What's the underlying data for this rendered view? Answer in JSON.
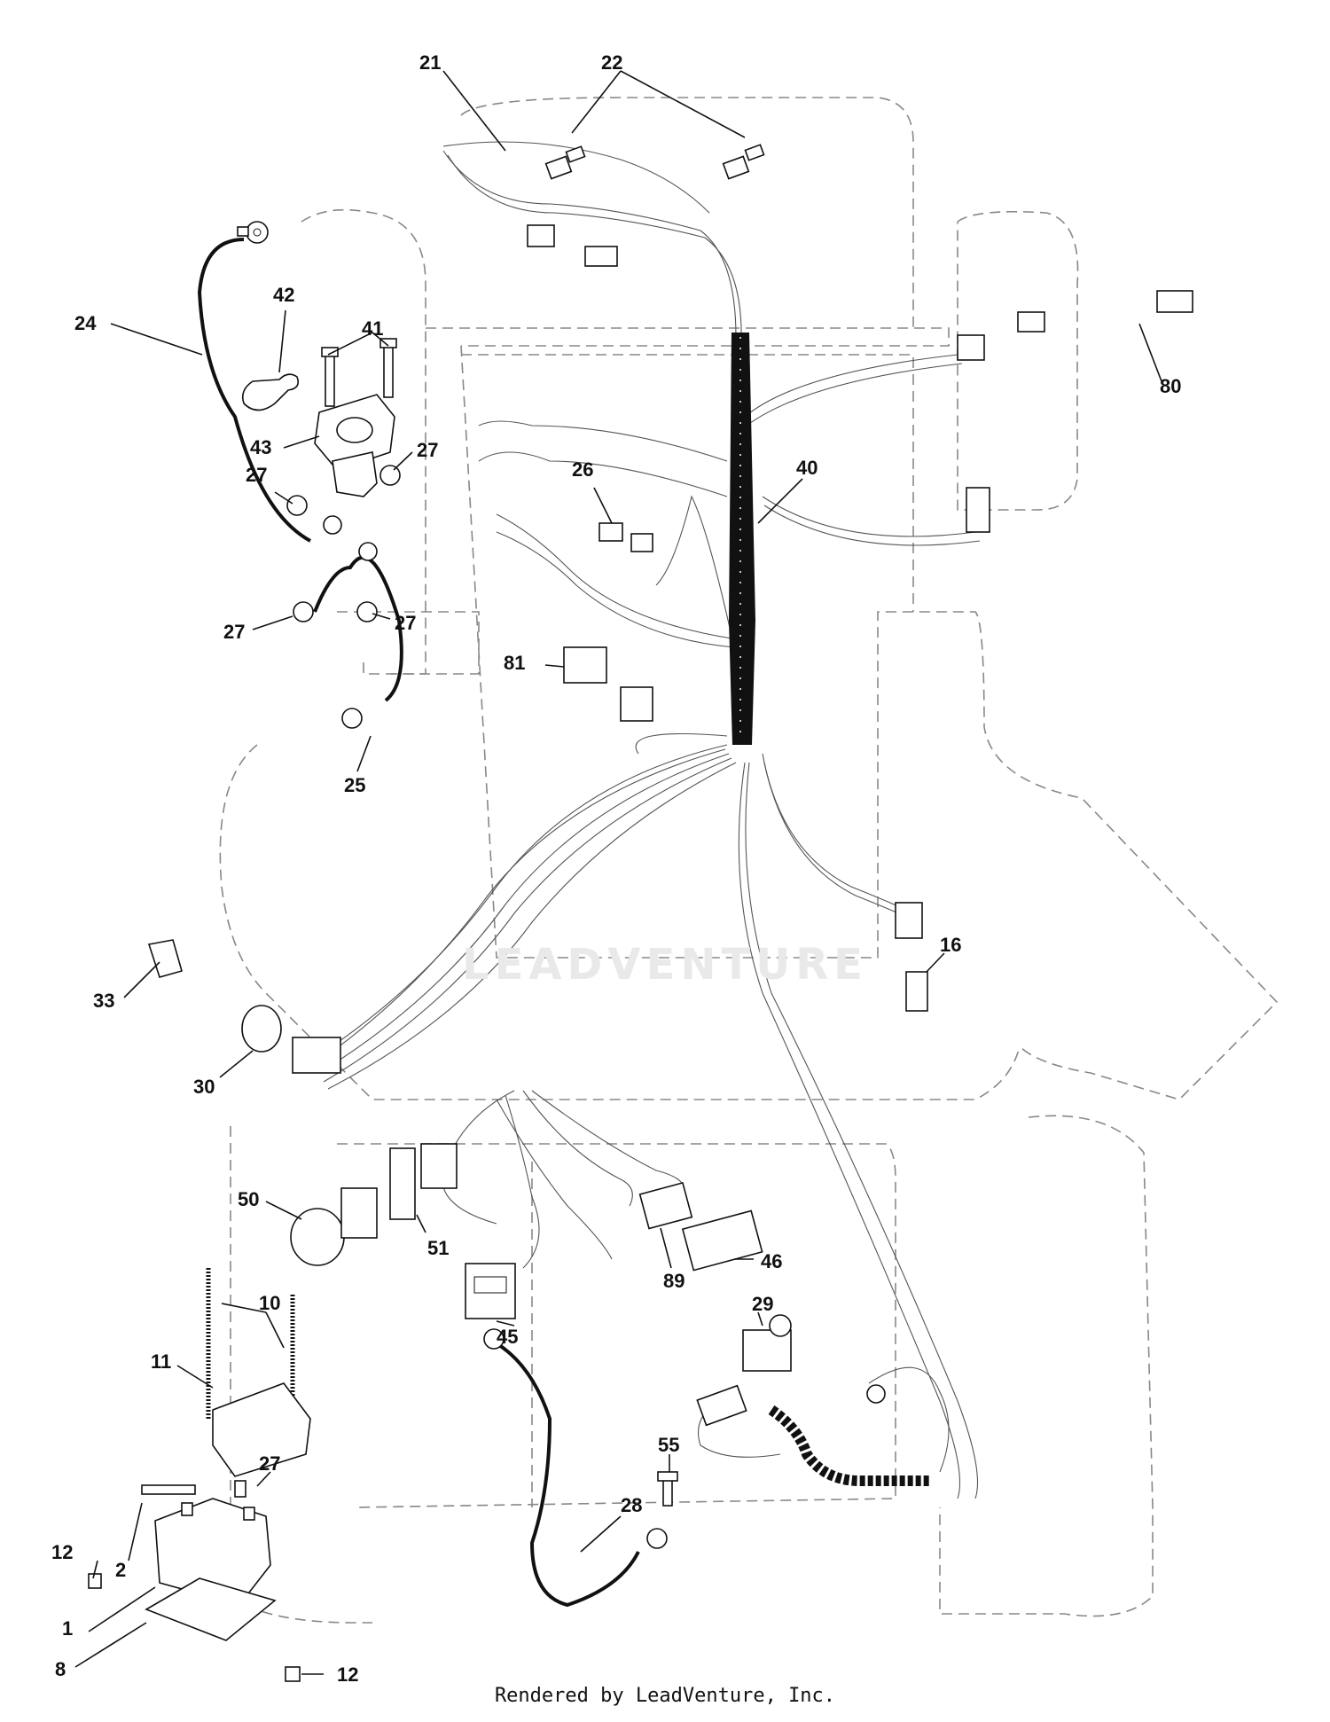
{
  "callouts": [
    {
      "id": "c21",
      "label": "21"
    },
    {
      "id": "c22",
      "label": "22"
    },
    {
      "id": "c24",
      "label": "24"
    },
    {
      "id": "c42",
      "label": "42"
    },
    {
      "id": "c41",
      "label": "41"
    },
    {
      "id": "c43",
      "label": "43"
    },
    {
      "id": "c27a",
      "label": "27"
    },
    {
      "id": "c27b",
      "label": "27"
    },
    {
      "id": "c27c",
      "label": "27"
    },
    {
      "id": "c27d",
      "label": "27"
    },
    {
      "id": "c25",
      "label": "25"
    },
    {
      "id": "c26",
      "label": "26"
    },
    {
      "id": "c40",
      "label": "40"
    },
    {
      "id": "c80",
      "label": "80"
    },
    {
      "id": "c81",
      "label": "81"
    },
    {
      "id": "c16",
      "label": "16"
    },
    {
      "id": "c33",
      "label": "33"
    },
    {
      "id": "c30",
      "label": "30"
    },
    {
      "id": "c50",
      "label": "50"
    },
    {
      "id": "c51",
      "label": "51"
    },
    {
      "id": "c89",
      "label": "89"
    },
    {
      "id": "c46",
      "label": "46"
    },
    {
      "id": "c45",
      "label": "45"
    },
    {
      "id": "c29",
      "label": "29"
    },
    {
      "id": "c10",
      "label": "10"
    },
    {
      "id": "c11",
      "label": "11"
    },
    {
      "id": "c27e",
      "label": "27"
    },
    {
      "id": "c55",
      "label": "55"
    },
    {
      "id": "c28",
      "label": "28"
    },
    {
      "id": "c12a",
      "label": "12"
    },
    {
      "id": "c2",
      "label": "2"
    },
    {
      "id": "c1",
      "label": "1"
    },
    {
      "id": "c8",
      "label": "8"
    },
    {
      "id": "c12b",
      "label": "12"
    }
  ],
  "watermark": "LEADVENTURE",
  "footer": "Rendered by LeadVenture, Inc."
}
